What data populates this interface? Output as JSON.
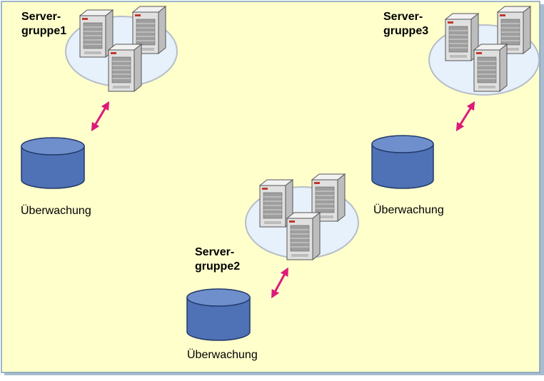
{
  "colors": {
    "background": "#ffffcc",
    "frame": "#7f9fbf",
    "shadow": "#a9bccf",
    "ellipse_fill": "#e6f1fb",
    "ellipse_stroke": "#b5bec8",
    "cylinder_fill": "#4f72b6",
    "cylinder_top": "#6f8fcc",
    "cylinder_stroke": "#223a6b",
    "arrow": "#dd1a7a",
    "server_front": "#e0e0e0",
    "server_side": "#bdbdbd"
  },
  "groups": [
    {
      "title_line1": "Server-",
      "title_line2": "gruppe1",
      "monitor_label": "Überwachung",
      "icon": "server-cluster-icon"
    },
    {
      "title_line1": "Server-",
      "title_line2": "gruppe2",
      "monitor_label": "Überwachung",
      "icon": "server-cluster-icon"
    },
    {
      "title_line1": "Server-",
      "title_line2": "gruppe3",
      "monitor_label": "Überwachung",
      "icon": "server-cluster-icon"
    }
  ],
  "connector_icon": "double-headed-arrow-icon",
  "database_icon": "database-cylinder-icon"
}
